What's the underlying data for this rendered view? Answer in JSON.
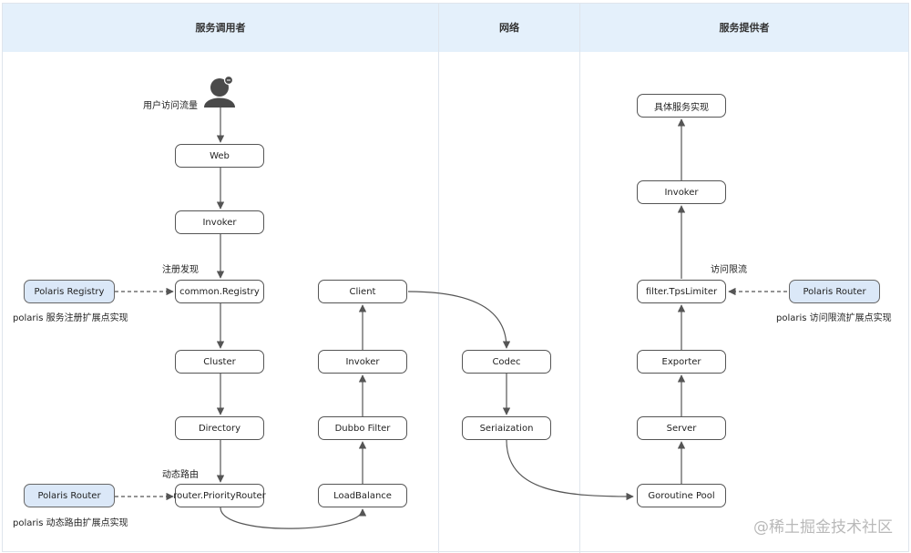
{
  "columns": {
    "consumer": "服务调用者",
    "network": "网络",
    "provider": "服务提供者"
  },
  "nodes": {
    "web": "Web",
    "invoker_consumer": "Invoker",
    "common_registry": "common.Registry",
    "cluster": "Cluster",
    "directory": "Directory",
    "router_priority": "router.PriorityRouter",
    "load_balance": "LoadBalance",
    "dubbo_filter": "Dubbo Filter",
    "invoker_client": "Invoker",
    "client": "Client",
    "codec": "Codec",
    "serialization": "Seriaization",
    "goroutine_pool": "Goroutine Pool",
    "server": "Server",
    "exporter": "Exporter",
    "tps_limiter": "filter.TpsLimiter",
    "invoker_provider": "Invoker",
    "service_impl": "具体服务实现",
    "polaris_registry": "Polaris Registry",
    "polaris_router_consumer": "Polaris Router",
    "polaris_router_provider": "Polaris Router"
  },
  "labels": {
    "user_traffic": "用户访问流量",
    "service_discovery": "注册发现",
    "dynamic_routing": "动态路由",
    "access_limit": "访问限流",
    "polaris_registry_ext": "polaris 服务注册扩展点实现",
    "polaris_router_ext": "polaris 动态路由扩展点实现",
    "polaris_limit_ext": "polaris 访问限流扩展点实现"
  },
  "icons": {
    "user": "user-icon"
  },
  "watermark": "@稀土掘金技术社区",
  "colors": {
    "header_bg": "#e4f0fb",
    "polaris_bg": "#dbe8f8",
    "line": "#555555"
  }
}
